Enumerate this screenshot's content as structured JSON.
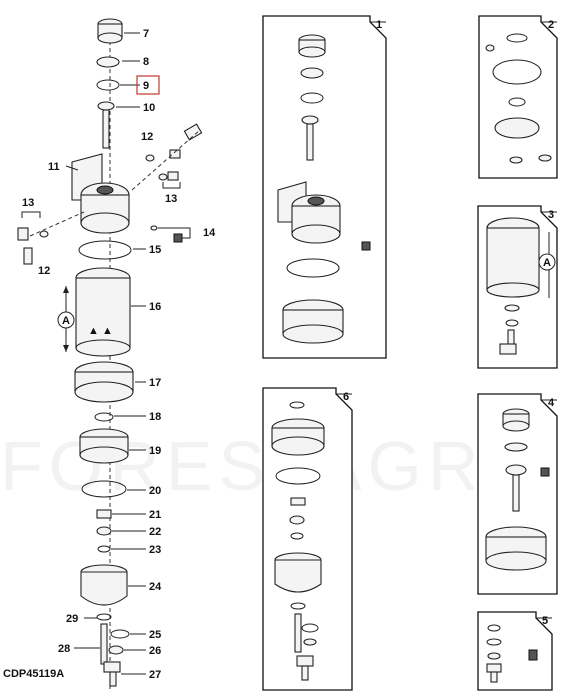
{
  "figure_code": "CDP45119A",
  "watermark_text": "FORESTAGRI",
  "dimension_label": "A",
  "highlight_color": "#c0392b",
  "part_callouts": [
    {
      "num": "7"
    },
    {
      "num": "8"
    },
    {
      "num": "9"
    },
    {
      "num": "10"
    },
    {
      "num": "11"
    },
    {
      "num": "12"
    },
    {
      "num": "13"
    },
    {
      "num": "13"
    },
    {
      "num": "12"
    },
    {
      "num": "14"
    },
    {
      "num": "15"
    },
    {
      "num": "16"
    },
    {
      "num": "17"
    },
    {
      "num": "18"
    },
    {
      "num": "19"
    },
    {
      "num": "20"
    },
    {
      "num": "21"
    },
    {
      "num": "22"
    },
    {
      "num": "23"
    },
    {
      "num": "24"
    },
    {
      "num": "29"
    },
    {
      "num": "25"
    },
    {
      "num": "28"
    },
    {
      "num": "26"
    },
    {
      "num": "27"
    }
  ],
  "variant_panels": [
    {
      "num": "1"
    },
    {
      "num": "2"
    },
    {
      "num": "3"
    },
    {
      "num": "6"
    },
    {
      "num": "4"
    },
    {
      "num": "5"
    }
  ]
}
